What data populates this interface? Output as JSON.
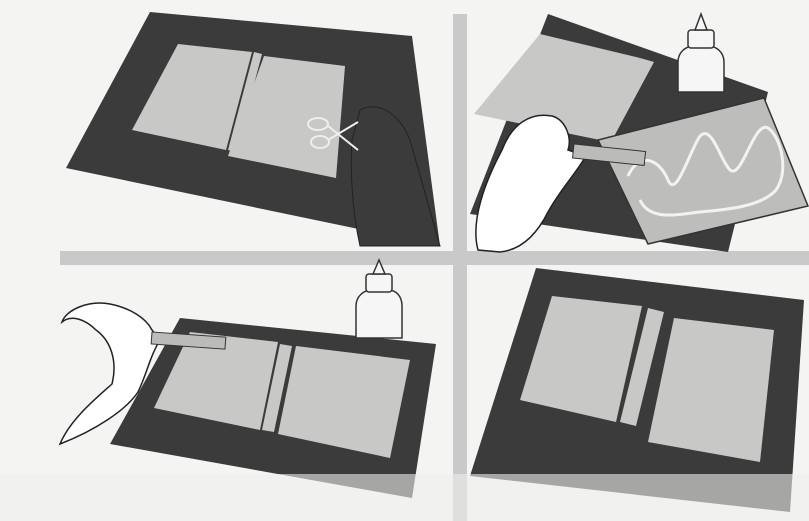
{
  "figure": {
    "panels": [
      {
        "step": "cut-frame",
        "content": [
          "dark-mat-sheet",
          "light-panel-left",
          "light-panel-right",
          "scissors-icon",
          "hand"
        ]
      },
      {
        "step": "apply-glue",
        "content": [
          "dark-mat-sheet",
          "glue-bottle-icon",
          "hand-with-applicator",
          "glue-pattern-board"
        ]
      },
      {
        "step": "spread-glue",
        "content": [
          "dark-mat-sheet",
          "glue-bottle-icon",
          "hand-with-applicator"
        ]
      },
      {
        "step": "finished-mat",
        "content": [
          "dark-mat-sheet",
          "light-panel-left",
          "light-panel-right"
        ]
      }
    ],
    "colors": {
      "background": "#f4f4f2",
      "mat": "#3b3b3b",
      "panel": "#c4c4c2",
      "divider": "#c9c9c9",
      "line": "#222222"
    }
  }
}
